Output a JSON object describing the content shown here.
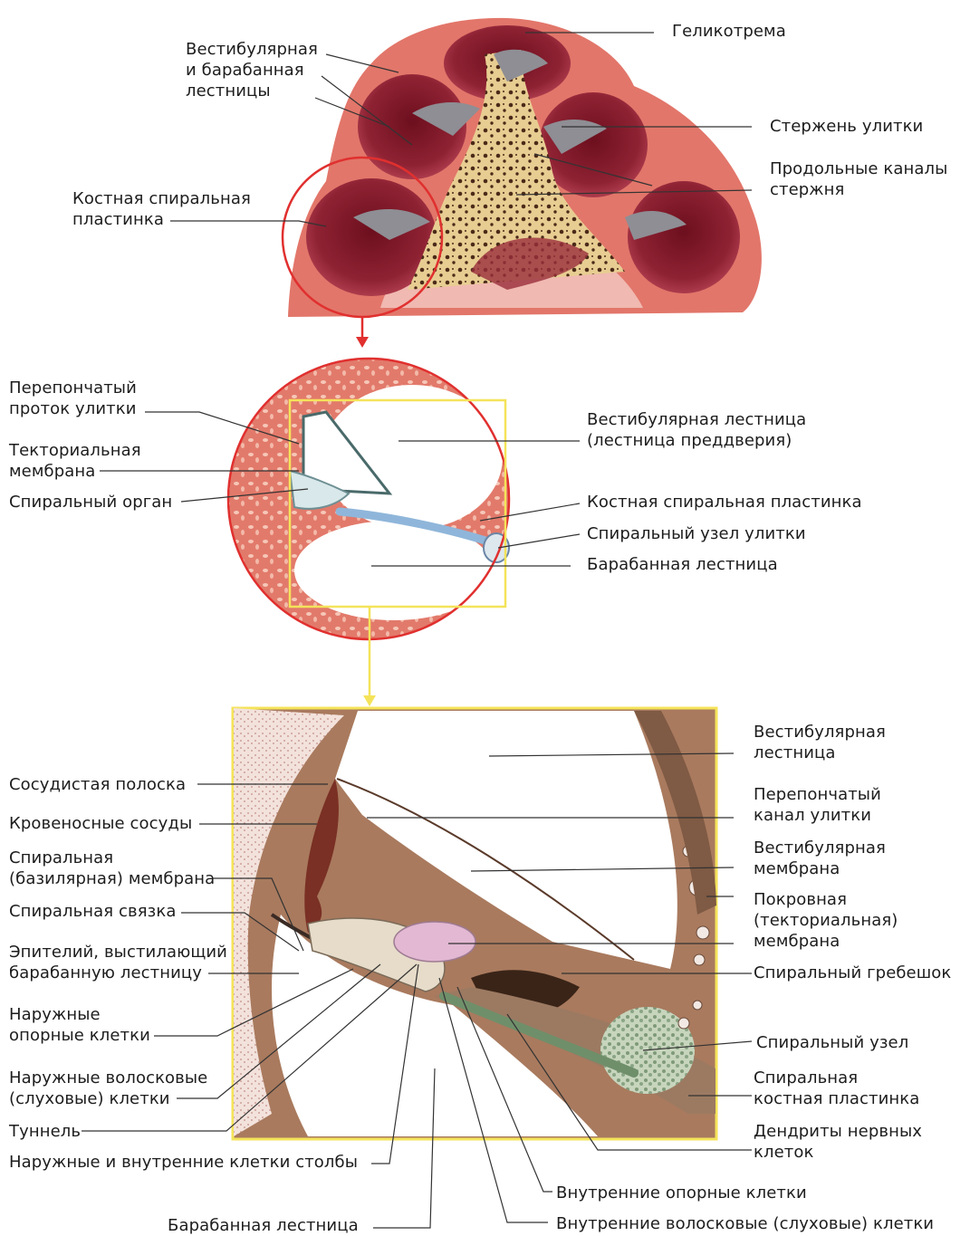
{
  "top_section": {
    "labels": {
      "helicotrema": "Геликотрема",
      "scalae": "Вестибулярная\nи барабанная\nлестницы",
      "modiolus": "Стержень улитки",
      "longitudinal_canals": "Продольные каналы\nстержня",
      "osseous_lamina": "Костная спиральная\nпластинка"
    }
  },
  "middle_section": {
    "labels": {
      "membranous_duct": "Перепончатый\nпроток улитки",
      "tectorial_membrane": "Текториальная\nмембрана",
      "spiral_organ": "Спиральный орган",
      "scala_vestibuli": "Вестибулярная лестница\n(лестница преддверия)",
      "osseous_lamina": "Костная спиральная пластинка",
      "spiral_ganglion": "Спиральный узел улитки",
      "scala_tympani": "Барабанная лестница"
    }
  },
  "bottom_section": {
    "labels": {
      "stria_vascularis": "Сосудистая полоска",
      "blood_vessels": "Кровеносные сосуды",
      "basilar_membrane": "Спиральная\n(базилярная) мембрана",
      "spiral_ligament": "Спиральная связка",
      "epithelium": "Эпителий, выстилающий\nбарабанную лестницу",
      "outer_supporting": "Наружные\nопорные клетки",
      "outer_hair": "Наружные волосковые\n(слуховые) клетки",
      "tunnel": "Туннель",
      "pillar_cells": "Наружные и внутренние клетки столбы",
      "scala_tympani": "Барабанная лестница",
      "scala_vestibuli": "Вестибулярная\nлестница",
      "membranous_canal": "Перепончатый\nканал улитки",
      "vestibular_membrane": "Вестибулярная\nмембрана",
      "tectorial": "Покровная\n(текториальная)\nмембрана",
      "spiral_limbus": "Спиральный гребешок",
      "spiral_ganglion": "Спиральный узел",
      "osseous_lamina": "Спиральная\nкостная пластинка",
      "dendrites": "Дендриты нервных\nклеток",
      "inner_supporting": "Внутренние опорные клетки",
      "inner_hair": "Внутренние волосковые (слуховые) клетки"
    }
  },
  "colors": {
    "tissue": "#e2766a",
    "cavity": "#8c1f2e",
    "bone": "#e7c98c",
    "highlight_red": "#e0302f",
    "highlight_yellow": "#f4e35a",
    "section_brown": "#a97a5e",
    "leader": "#333333"
  }
}
